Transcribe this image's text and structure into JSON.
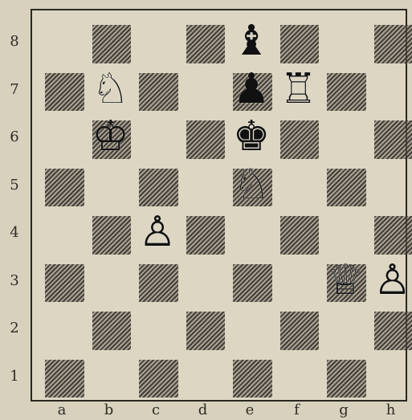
{
  "game": {
    "type": "chess-diagram",
    "board": {
      "files": [
        "a",
        "b",
        "c",
        "d",
        "e",
        "f",
        "g",
        "h"
      ],
      "ranks": [
        "8",
        "7",
        "6",
        "5",
        "4",
        "3",
        "2",
        "1"
      ]
    },
    "pieces": [
      {
        "square": "e8",
        "color": "black",
        "type": "bishop",
        "glyph": "♝"
      },
      {
        "square": "b7",
        "color": "white",
        "type": "knight",
        "glyph": "♘"
      },
      {
        "square": "e7",
        "color": "black",
        "type": "pawn",
        "glyph": "♟"
      },
      {
        "square": "f7",
        "color": "white",
        "type": "rook",
        "glyph": "♖"
      },
      {
        "square": "b6",
        "color": "white",
        "type": "king",
        "glyph": "♔"
      },
      {
        "square": "e6",
        "color": "black",
        "type": "king",
        "glyph": "♚"
      },
      {
        "square": "e5",
        "color": "white",
        "type": "knight",
        "glyph": "♘"
      },
      {
        "square": "c4",
        "color": "white",
        "type": "pawn",
        "glyph": "♙"
      },
      {
        "square": "g3",
        "color": "white",
        "type": "queen",
        "glyph": "♕"
      },
      {
        "square": "h3",
        "color": "white",
        "type": "pawn",
        "glyph": "♙"
      }
    ]
  }
}
